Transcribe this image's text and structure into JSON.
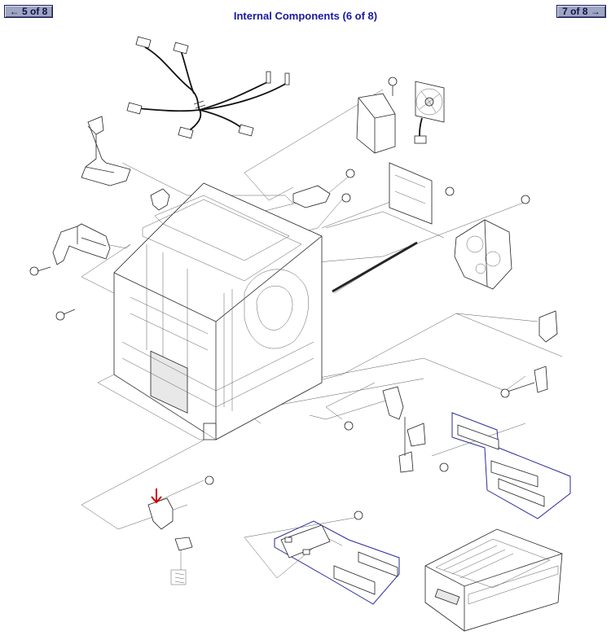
{
  "page": {
    "title": "Internal Components (6 of 8)"
  },
  "nav": {
    "prev_label": "5 of 8",
    "next_label": "7 of 8",
    "prev_arrow": "←",
    "next_arrow": "→"
  },
  "colors": {
    "title": "#1a1aa0",
    "button_bg": "#9fa6c2",
    "callout_outline": "#2a2a9a",
    "marker_arrow": "#cc0000"
  }
}
